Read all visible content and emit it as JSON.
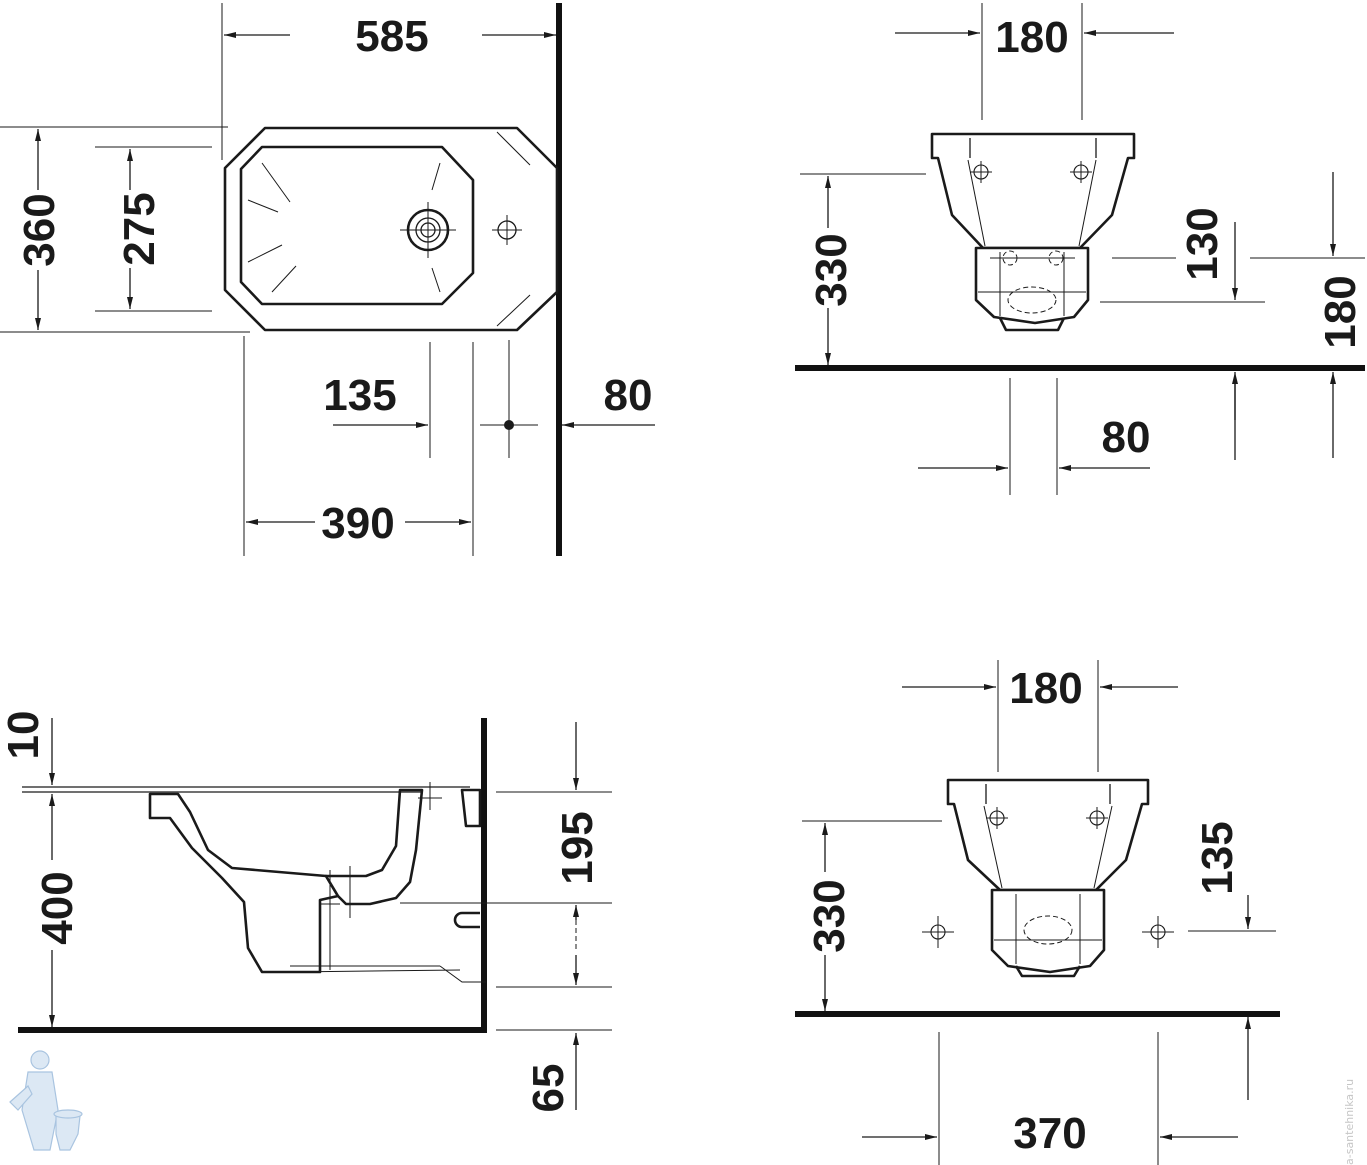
{
  "colors": {
    "line": "#1a1a1a",
    "background": "#ffffff"
  },
  "views": {
    "top": {
      "d_width": "585",
      "d_depth": "360",
      "d_bowl": "275",
      "d_tap": "135",
      "d_wall": "80",
      "d_fixings": "390"
    },
    "front_upper": {
      "d_top": "180",
      "d_height": "330",
      "d_outlet": "130",
      "d_right": "180",
      "d_bottom": "80"
    },
    "side": {
      "d_rim": "10",
      "d_height": "400",
      "d_upper": "195",
      "d_lower": "65"
    },
    "front_lower": {
      "d_top": "180",
      "d_height": "330",
      "d_fix": "135",
      "d_bottom": "370"
    }
  },
  "logo": {
    "name": "plumber-mascot-icon"
  },
  "watermark": "a-santehnika.ru"
}
